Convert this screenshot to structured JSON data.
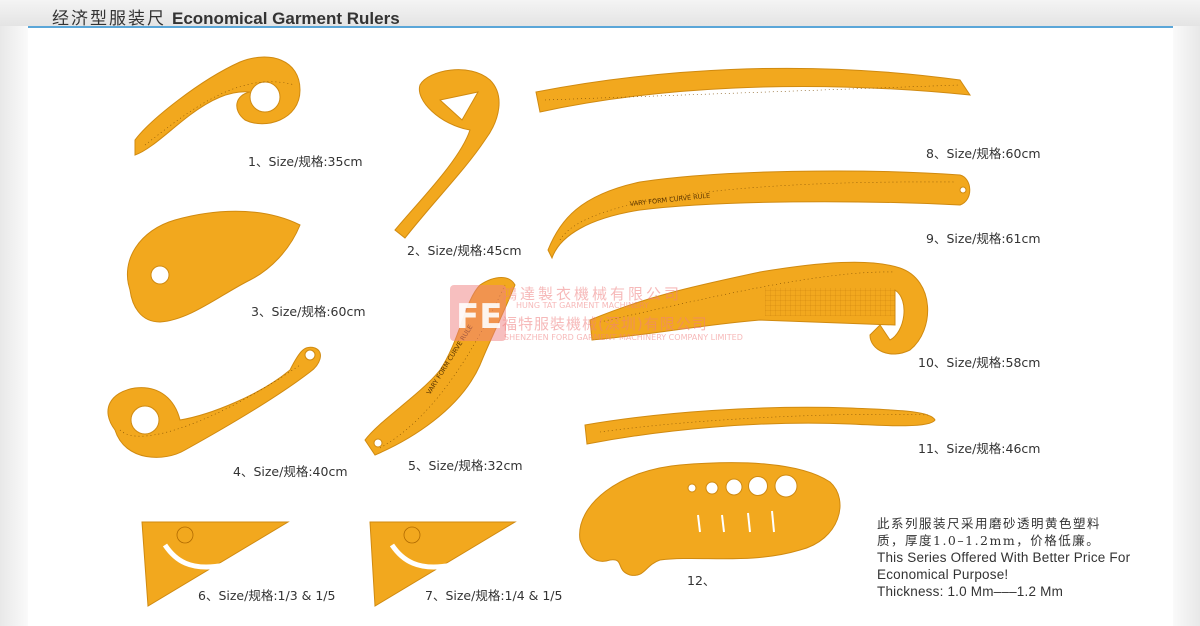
{
  "header": {
    "title_cn": "经济型服装尺",
    "title_en": "Economical Garment Rulers"
  },
  "items": [
    {
      "label": "1、Size/规格:35cm"
    },
    {
      "label": "2、Size/规格:45cm"
    },
    {
      "label": "3、Size/规格:60cm"
    },
    {
      "label": "4、Size/规格:40cm"
    },
    {
      "label": "5、Size/规格:32cm"
    },
    {
      "label": "6、Size/规格:1/3 & 1/5"
    },
    {
      "label": "7、Size/规格:1/4 & 1/5"
    },
    {
      "label": "8、Size/规格:60cm"
    },
    {
      "label": "9、Size/规格:61cm"
    },
    {
      "label": "10、Size/规格:58cm"
    },
    {
      "label": "11、Size/规格:46cm"
    },
    {
      "label": "12、"
    }
  ],
  "ruler_text": {
    "vary_form_curve_rule": "VARY FORM CURVE RULE"
  },
  "watermark": {
    "line1_cn": "鴻達製衣機械有限公司",
    "line1_en": "HUNG TAT GARMENT MACHINERY",
    "line2_cn": "福特服裝機械(深圳)有限公司",
    "line2_en": "SHENZHEN FORD GARMENT MACHINERY COMPANY LIMITED"
  },
  "description": {
    "cn_line1": "此系列服装尺采用磨砂透明黄色塑料",
    "cn_line2": "质，厚度1.0–1.2mm，价格低廉。",
    "en_line1": "This Series Offered With Better Price For",
    "en_line2": "Economical Purpose!",
    "en_line3": "Thickness: 1.0 Mm–––1.2 Mm"
  },
  "colors": {
    "ruler_fill": "#f2a81e",
    "ruler_stroke": "#d08a10",
    "accent_line": "#5aa6d8",
    "watermark": "#f08080"
  }
}
